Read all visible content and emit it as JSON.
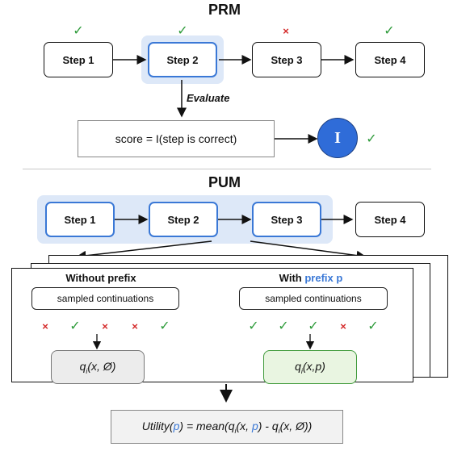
{
  "prm": {
    "title": "PRM",
    "steps": [
      "Step 1",
      "Step 2",
      "Step 3",
      "Step 4"
    ],
    "evaluate_label": "Evaluate",
    "score_formula": "score = I(step is correct)",
    "indicator_symbol": "I"
  },
  "pum": {
    "title": "PUM",
    "steps": [
      "Step 1",
      "Step 2",
      "Step 3",
      "Step 4"
    ],
    "without_prefix": {
      "title": "Without prefix",
      "continuations": "sampled continuations",
      "q_label": "q",
      "q_sub": "i",
      "q_args": "(x, Ø)"
    },
    "with_prefix": {
      "title_plain": "With",
      "title_accent": "prefix p",
      "continuations": "sampled continuations",
      "q_label": "q",
      "q_sub": "i",
      "q_args": "(x,p)"
    },
    "utility": {
      "lhs": "Utility(",
      "p1": "p",
      "mid": ") = mean(q",
      "sub1": "i",
      "args1a": "(x, ",
      "p2": "p",
      "args1b": ") - q",
      "sub2": "i",
      "args2": "(x, Ø))"
    }
  },
  "marks": {
    "check": "✓",
    "cross": "×"
  },
  "colors": {
    "accent_blue": "#3a78d6",
    "highlight_bg": "#dde8f8",
    "check_green": "#2e9b3a",
    "cross_red": "#d42a2a",
    "circle_blue": "#2f6cd8",
    "q_gray_bg": "#ececec",
    "q_green_bg": "#e9f5e1",
    "q_green_border": "#3f9a3a"
  }
}
